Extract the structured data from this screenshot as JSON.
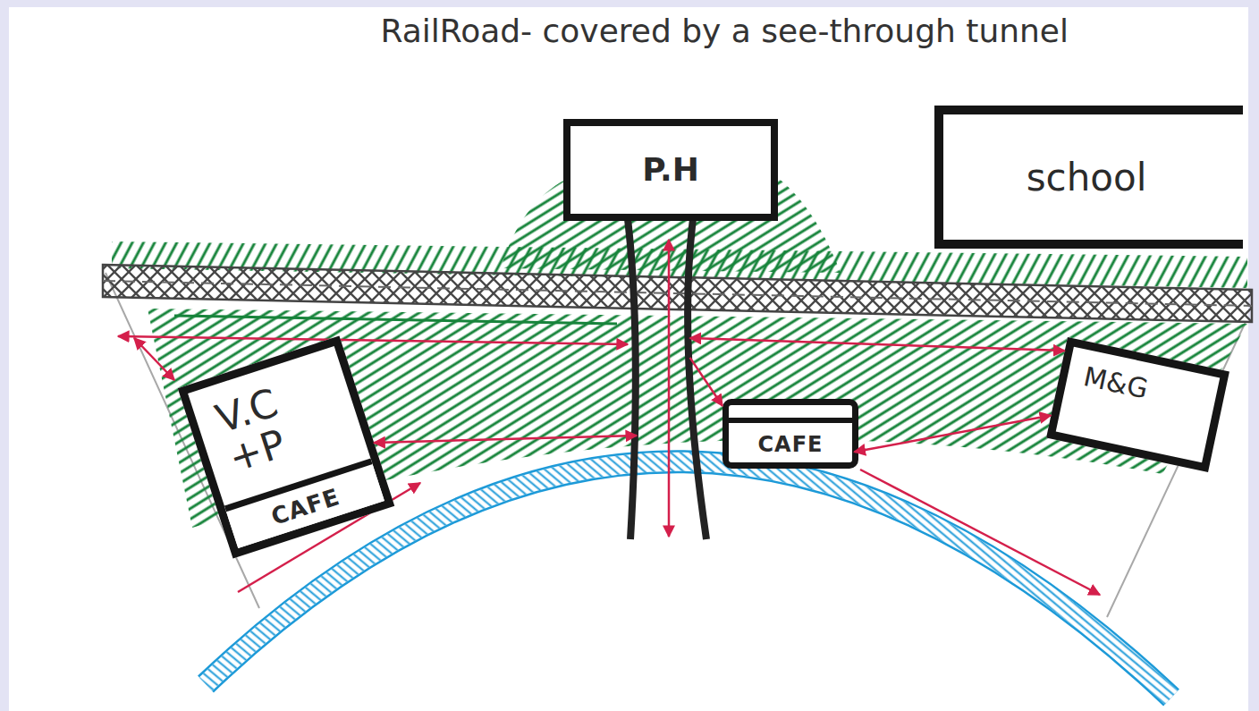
{
  "diagram": {
    "title": "RailRoad- covered by a see-through tunnel",
    "nodes": [
      {
        "text": [
          "P.H"
        ]
      },
      {
        "text": [
          "school"
        ]
      },
      {
        "text": [
          "V.C +P"
        ]
      },
      {
        "text": [
          "CAFE"
        ],
        "in": 2
      },
      {
        "text": [
          "CAFE"
        ]
      },
      {
        "text": [
          "M&G"
        ]
      }
    ],
    "edges": [
      {
        "from": 2,
        "to": 0,
        "arrow": "both"
      },
      {
        "from": 0,
        "to": 5,
        "arrow": "both"
      },
      {
        "from": 0,
        "to": 4,
        "arrow": "to"
      },
      {
        "from": 4,
        "to": 5,
        "arrow": "both"
      }
    ]
  }
}
